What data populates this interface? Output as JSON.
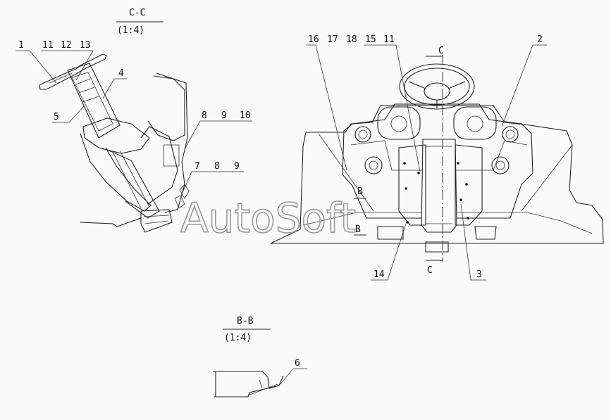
{
  "section_cc": {
    "title": "C-C",
    "scale": "(1:4)"
  },
  "section_bb": {
    "title": "B-B",
    "scale": "(1:4)"
  },
  "callouts_cc": {
    "c1": "1",
    "c11": "11",
    "c12": "12",
    "c13": "13",
    "c4": "4",
    "c5": "5",
    "c8a": "8",
    "c9a": "9",
    "c10": "10",
    "c7": "7",
    "c8b": "8",
    "c9b": "9"
  },
  "callouts_main": {
    "c16": "16",
    "c17": "17",
    "c18": "18",
    "c15": "15",
    "c11": "11",
    "c2": "2",
    "c14": "14",
    "c3": "3"
  },
  "callouts_bb": {
    "c6": "6"
  },
  "cut_marks": {
    "c_top": "C",
    "c_bottom": "C",
    "b_top": "B",
    "b_bottom": "B"
  },
  "watermark": "AutoSoft"
}
